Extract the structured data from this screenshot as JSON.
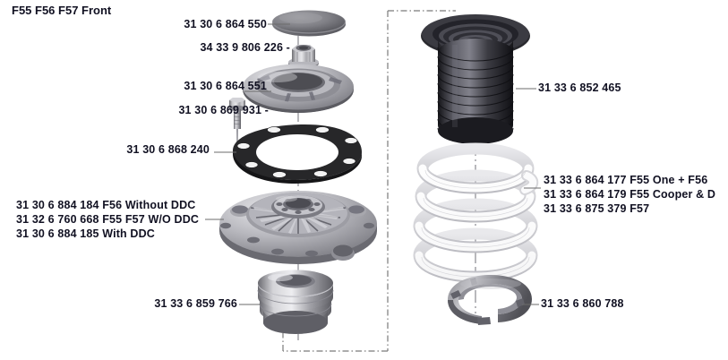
{
  "diagram": {
    "title": "F55 F56 F57 Front",
    "type": "exploded-parts-diagram",
    "subject": "front strut mount assembly",
    "background_color": "#ffffff",
    "text_color": "#111122"
  },
  "labels": {
    "cap": "31 30 6 864 550",
    "nut": "34 33 9 806 226 -",
    "support_ring": "31 30 6 864 551",
    "bolt": "31 30 6 869 931 -",
    "gasket": "31 30 6 868 240",
    "strut_mount_line1": "31 30 6 884 184 F56 Without DDC",
    "strut_mount_line2": "31 32 6 760 668 F55 F57 W/O DDC",
    "strut_mount_line3": "31 30 6 884 185 With DDC",
    "bump_stop": "31 33 6 859 766",
    "dust_boot": "31 33 6 852 465",
    "spring_line1": "31 33 6 864 177 F55 One + F56",
    "spring_line2": "31 33 6 864 179 F55 Cooper & D",
    "spring_line3": "31 33 6 875 379 F57",
    "spring_pad": "31 33 6 860 788"
  },
  "parts": [
    {
      "id": "cap",
      "number": "31 30 6 864 550",
      "name": "protective cap",
      "variant": ""
    },
    {
      "id": "nut",
      "number": "34 33 9 806 226",
      "name": "hex flange nut",
      "variant": ""
    },
    {
      "id": "support-ring",
      "number": "31 30 6 864 551",
      "name": "support ring",
      "variant": ""
    },
    {
      "id": "bolt",
      "number": "31 30 6 869 931",
      "name": "hex bolt",
      "variant": ""
    },
    {
      "id": "gasket",
      "number": "31 30 6 868 240",
      "name": "gasket plate",
      "variant": ""
    },
    {
      "id": "strut-mount",
      "number": "31 30 6 884 184",
      "name": "strut mount",
      "variant": "F56 Without DDC"
    },
    {
      "id": "strut-mount",
      "number": "31 32 6 760 668",
      "name": "strut mount",
      "variant": "F55 F57 W/O DDC"
    },
    {
      "id": "strut-mount",
      "number": "31 30 6 884 185",
      "name": "strut mount",
      "variant": "With DDC"
    },
    {
      "id": "bump-stop",
      "number": "31 33 6 859 766",
      "name": "bump stop",
      "variant": ""
    },
    {
      "id": "dust-boot",
      "number": "31 33 6 852 465",
      "name": "dust boot / bellows",
      "variant": ""
    },
    {
      "id": "coil-spring",
      "number": "31 33 6 864 177",
      "name": "coil spring",
      "variant": "F55 One + F56"
    },
    {
      "id": "coil-spring",
      "number": "31 33 6 864 179",
      "name": "coil spring",
      "variant": "F55 Cooper & D"
    },
    {
      "id": "coil-spring",
      "number": "31 33 6 875 379",
      "name": "coil spring",
      "variant": "F57"
    },
    {
      "id": "spring-pad",
      "number": "31 33 6 860 788",
      "name": "spring pad / seat",
      "variant": ""
    }
  ],
  "colors": {
    "leader_line": "#6b6b6b",
    "bracket": "#7a7a7a",
    "metal_light": "#d8d8da",
    "metal_mid": "#9a9a9e",
    "metal_dark": "#5d5d62",
    "rubber_black": "#2b2b2f",
    "boot_dark": "#3a3a40",
    "spring_white": "#f2f2f3",
    "axis_line": "#555555"
  }
}
